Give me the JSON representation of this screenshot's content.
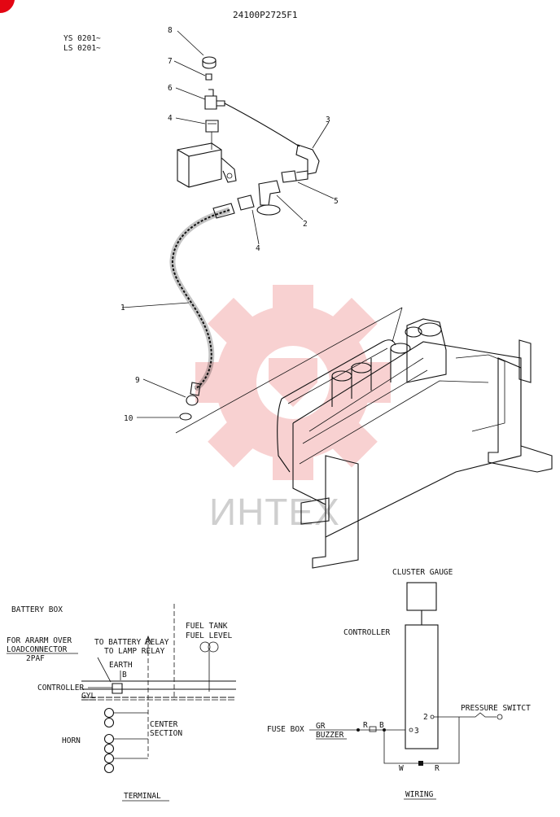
{
  "part_number": "24100P2725F1",
  "serials": [
    "YS 0201~",
    "LS 0201~"
  ],
  "watermark": "ИНТЕХ",
  "callouts": [
    "8",
    "7",
    "6",
    "4",
    "3",
    "5",
    "2",
    "4",
    "1",
    "9",
    "10"
  ],
  "terminal": {
    "battery_box": "BATTERY BOX",
    "for_alarm_line1": "FOR ARARM OVER",
    "for_alarm_line2": "LOADCONNECTOR",
    "for_alarm_line3": "2PAF",
    "to_battery_relay": "TO BATTERY RELAY",
    "to_lamp_relay": "TO LAMP RELAY",
    "fuel_tank": "FUEL TANK",
    "fuel_level": "FUEL LEVEL",
    "earth": "EARTH",
    "b": "B",
    "controller": "CONTROLLER",
    "gyl": "GYL",
    "center": "CENTER",
    "section": "SECTION",
    "horn": "HORN",
    "label": "TERMINAL"
  },
  "wiring": {
    "cluster_gauge": "CLUSTER GAUGE",
    "controller": "CONTROLLER",
    "pressure_switch": "PRESSURE SWITCT",
    "fuse_box": "FUSE BOX",
    "gr": "GR",
    "buzzer": "BUZZER",
    "r1": "R",
    "b": "B",
    "pin2": "2",
    "pin3": "3",
    "w": "W",
    "r2": "R",
    "label": "WIRING"
  },
  "colors": {
    "logo": "#e30613",
    "watermark_gear": "#f7c9c9"
  }
}
